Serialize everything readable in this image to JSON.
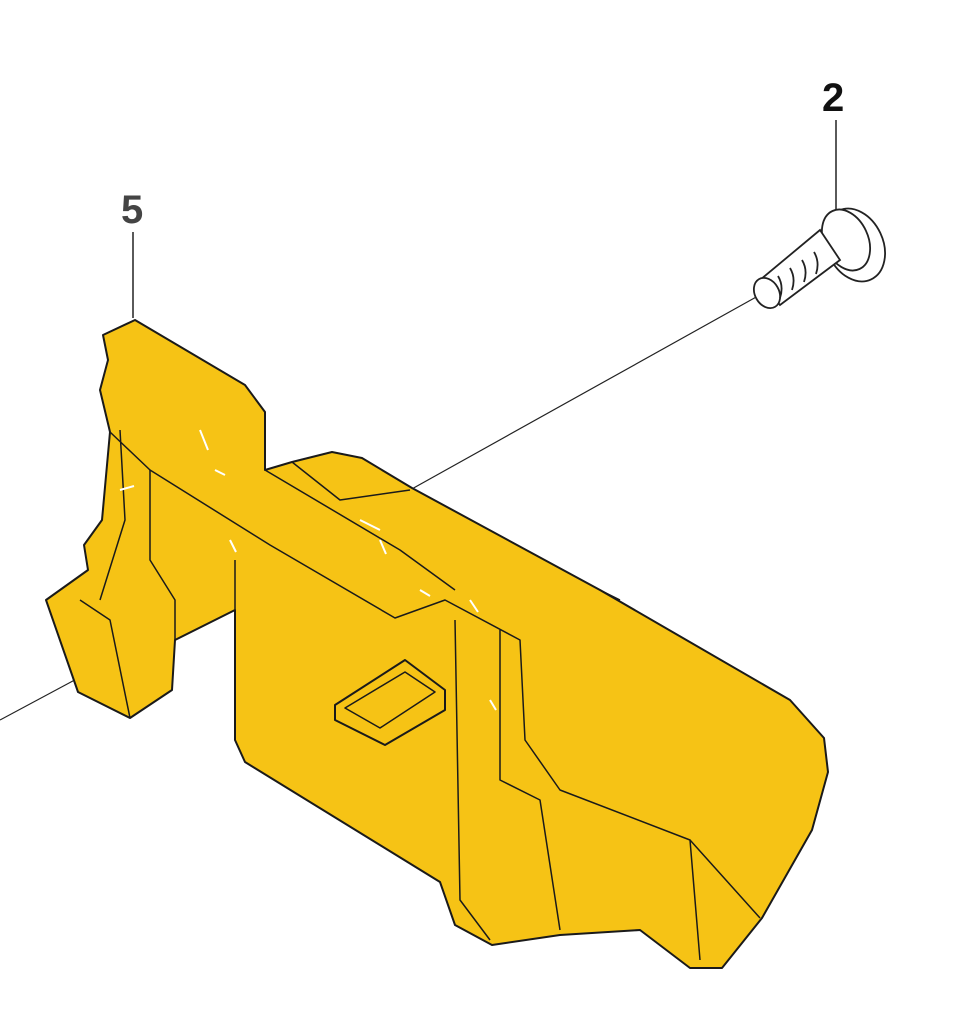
{
  "diagram": {
    "callouts": [
      {
        "label": "2",
        "part": "screw"
      },
      {
        "label": "5",
        "part": "yellow-cover"
      }
    ],
    "colors": {
      "part_fill": "#F6C315",
      "outline": "#1a1a1a",
      "callout_2": "#111111",
      "callout_5": "#444444"
    }
  }
}
